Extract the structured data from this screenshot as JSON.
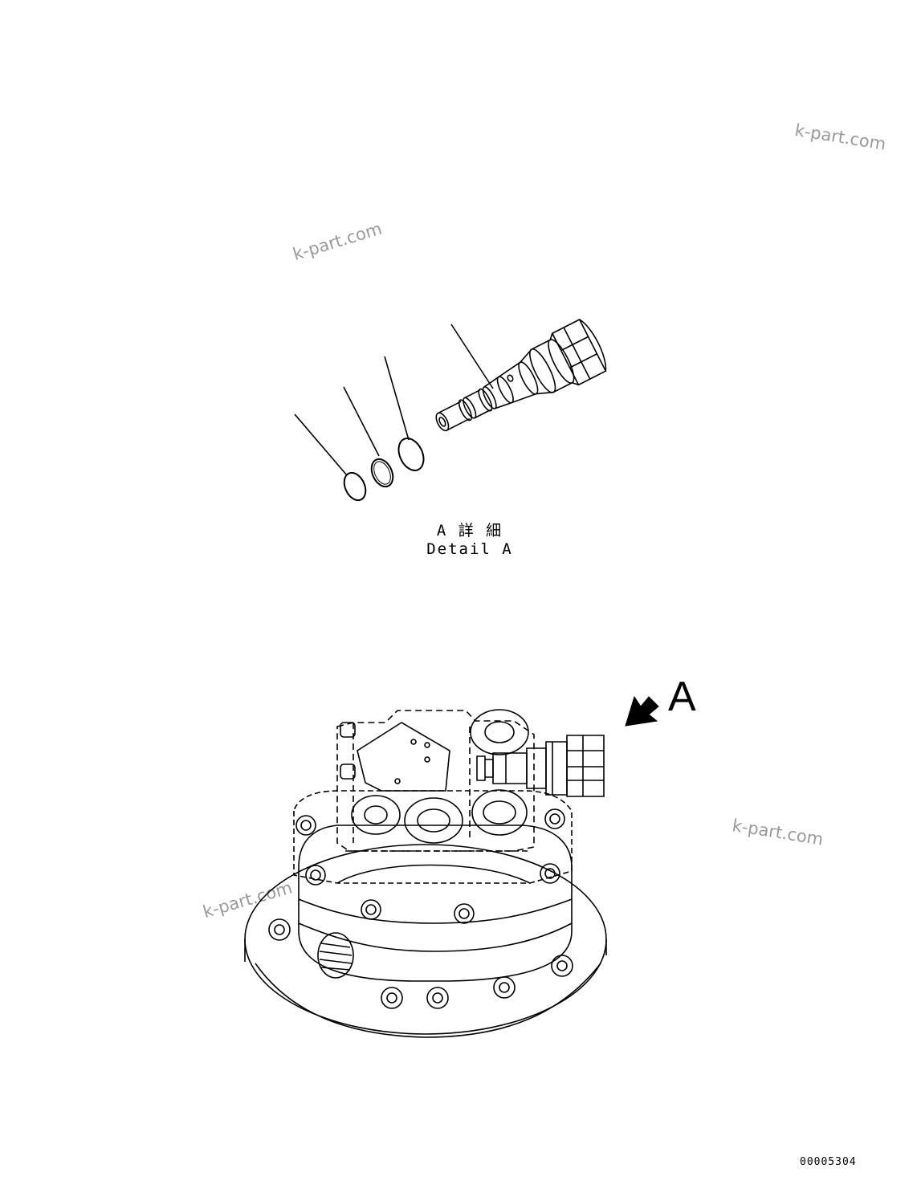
{
  "watermarks": [
    "k-part.com",
    "k-part.com",
    "k-part.com",
    "k-part.com"
  ],
  "detail_caption": {
    "japanese": "A 詳 細",
    "english": "Detail A"
  },
  "view_arrow_label": "A",
  "drawing_number": "00005304"
}
